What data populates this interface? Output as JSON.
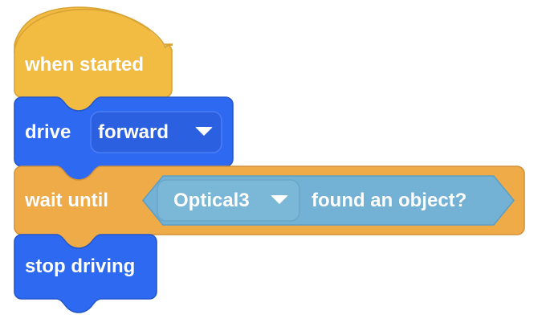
{
  "program": {
    "title": "VEX block program stack",
    "blocks": [
      {
        "id": "when-started",
        "kind": "hat",
        "label": "when started",
        "color": "#f2bb42",
        "stroke": "#d9a334"
      },
      {
        "id": "drive-forward",
        "kind": "stack",
        "label": "drive",
        "color": "#2e69f2",
        "stroke": "#2457cc",
        "dropdown": {
          "name": "direction-dropdown",
          "value": "forward",
          "arrow_icon": "chevron-down-icon",
          "field_color": "#2b60e0",
          "field_stroke": "#4b7cf5"
        }
      },
      {
        "id": "wait-until",
        "kind": "stack",
        "label": "wait until",
        "color": "#efab48",
        "stroke": "#d4923a",
        "boolean": {
          "name": "optical-found-object-boolean",
          "color": "#73b2d4",
          "stroke": "#5f9ec2",
          "prefix": "",
          "dropdown": {
            "name": "optical-sensor-dropdown",
            "value": "Optical3",
            "arrow_icon": "chevron-down-icon",
            "field_color": "#7bb8d8",
            "field_stroke": "#6aa6c8"
          },
          "suffix": "found an object?"
        }
      },
      {
        "id": "stop-driving",
        "kind": "stack",
        "label": "stop driving",
        "color": "#2e69f2",
        "stroke": "#2457cc"
      }
    ]
  },
  "canvas": {
    "background": "#ffffff",
    "text_color": "#ffffff"
  }
}
